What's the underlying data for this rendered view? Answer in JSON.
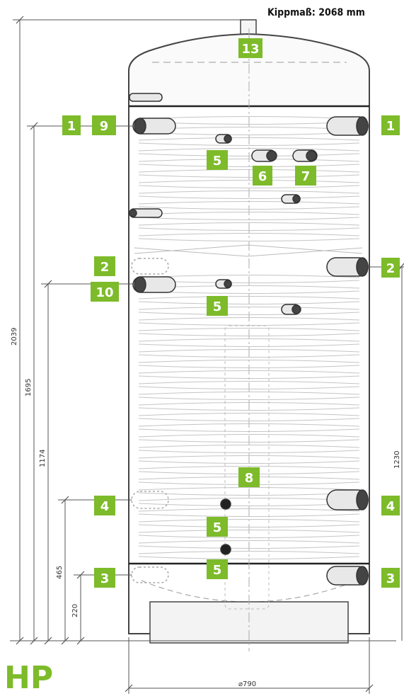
{
  "title": "Kippmaß: 2068 mm",
  "model": "HP",
  "colors": {
    "badge": "#7dbb2a",
    "line": "#444444",
    "dim": "#555555"
  },
  "badges": {
    "b13": "13",
    "b1_left": "1",
    "b9": "9",
    "b1_right": "1",
    "b5_top": "5",
    "b6": "6",
    "b7": "7",
    "b2_left": "2",
    "b2_right": "2",
    "b10": "10",
    "b5_mid": "5",
    "b8": "8",
    "b4_left": "4",
    "b4_right": "4",
    "b5_low": "5",
    "b5_bottom": "5",
    "b3_left": "3",
    "b3_right": "3"
  },
  "dimensions": {
    "d2039": "2039",
    "d1695": "1695",
    "d1174": "1174",
    "d465": "465",
    "d220": "220",
    "d1230": "1230",
    "diameter": "⌀790"
  }
}
